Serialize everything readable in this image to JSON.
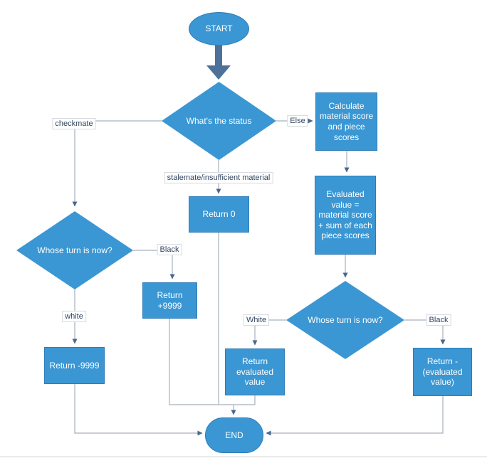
{
  "colors": {
    "node_fill": "#3b97d3",
    "node_border": "#2e7cb8",
    "node_text": "#ffffff",
    "connector": "#a6b0bc",
    "arrowhead": "#47678e",
    "thick_arrow": "#4e7199",
    "label_text": "#31455f",
    "label_border": "#d6dade",
    "label_bg": "#ffffff",
    "page_bg": "#ffffff",
    "rule": "#c9cdd1"
  },
  "nodes": {
    "start": {
      "type": "ellipse",
      "label": "START"
    },
    "status": {
      "type": "diamond",
      "label": "What's the status"
    },
    "calculate": {
      "type": "rect",
      "label": "Calculate material score and piece scores"
    },
    "evaluated": {
      "type": "rect",
      "label": "Evaluated value = material score + sum of each piece scores"
    },
    "return_zero": {
      "type": "rect",
      "label": "Return 0"
    },
    "whose_turn_left": {
      "type": "diamond",
      "label": "Whose turn is now?"
    },
    "return_plus_9999": {
      "type": "rect",
      "label": "Return +9999"
    },
    "return_minus_9999": {
      "type": "rect",
      "label": "Return -9999"
    },
    "whose_turn_right": {
      "type": "diamond",
      "label": "Whose turn is now?"
    },
    "return_evaluated": {
      "type": "rect",
      "label": "Return evaluated value"
    },
    "return_neg_evaluated": {
      "type": "rect",
      "label": "Return -(evaluated value)"
    },
    "end": {
      "type": "stadium",
      "label": "END"
    }
  },
  "edge_labels": {
    "checkmate": "checkmate",
    "else_branch": "Else",
    "stalemate": "stalemate/insufficient material",
    "black_left": "Black",
    "white_left": "white",
    "white_right": "White",
    "black_right": "Black"
  }
}
